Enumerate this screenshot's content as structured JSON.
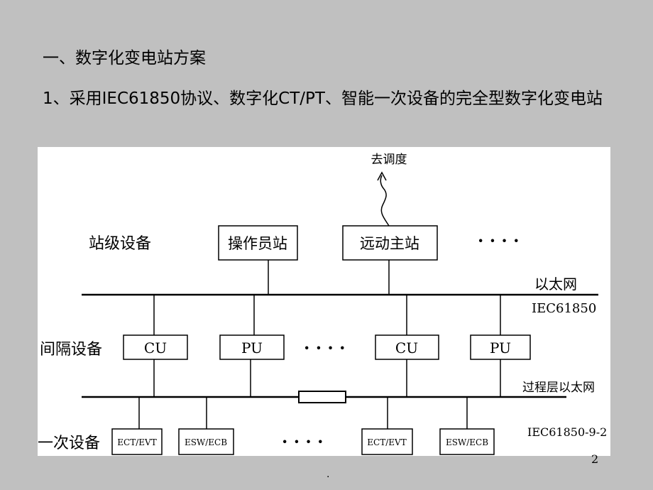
{
  "slide": {
    "heading": "一、数字化变电站方案",
    "subheading": "1、采用IEC61850协议、数字化CT/PT、智能一次设备的完全型数字化变电站",
    "footer_dot": ".",
    "page_number": "2"
  },
  "diagram": {
    "dispatch_label": "去调度",
    "station_level_label": "站级设备",
    "operator_station": "操作员站",
    "remote_master": "远动主站",
    "dots_station": "· · · ·",
    "ethernet_label": "以太网",
    "iec61850_label": "IEC61850",
    "bay_level_label": "间隔设备",
    "cu_1": "CU",
    "pu_1": "PU",
    "dots_bay": "· · · ·",
    "cu_2": "CU",
    "pu_2": "PU",
    "process_ethernet_label": "过程层以太网",
    "primary_level_label": "一次设备",
    "ect_evt_1": "ECT/EVT",
    "esw_ecb_1": "ESW/ECB",
    "dots_primary": "· · · ·",
    "ect_evt_2": "ECT/EVT",
    "esw_ecb_2": "ESW/ECB",
    "iec61850_9_2_label": "IEC61850-9-2"
  }
}
